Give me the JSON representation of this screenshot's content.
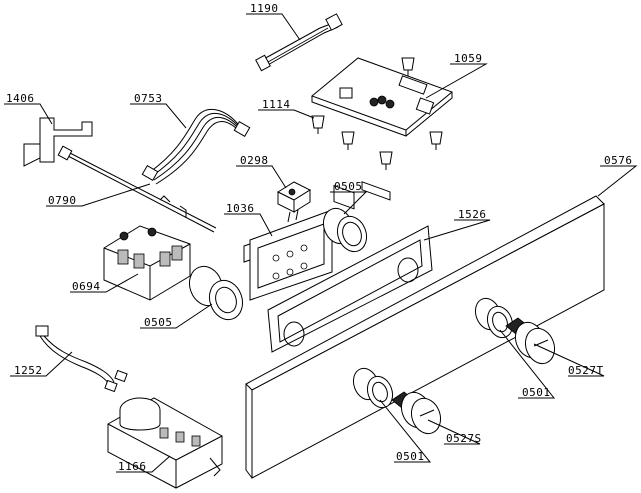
{
  "labels": {
    "p1190": "1190",
    "p1059": "1059",
    "p1406": "1406",
    "p0753": "0753",
    "p1114": "1114",
    "p0298": "0298",
    "p0576": "0576",
    "p0790": "0790",
    "p0505_top": "0505",
    "p1036": "1036",
    "p1526": "1526",
    "p0694": "0694",
    "p0505_bottom": "0505",
    "p0527T": "0527T",
    "p1252": "1252",
    "p0501_right": "0501",
    "p0527S": "0527S",
    "p1166": "1166",
    "p0501_bottom": "0501"
  }
}
